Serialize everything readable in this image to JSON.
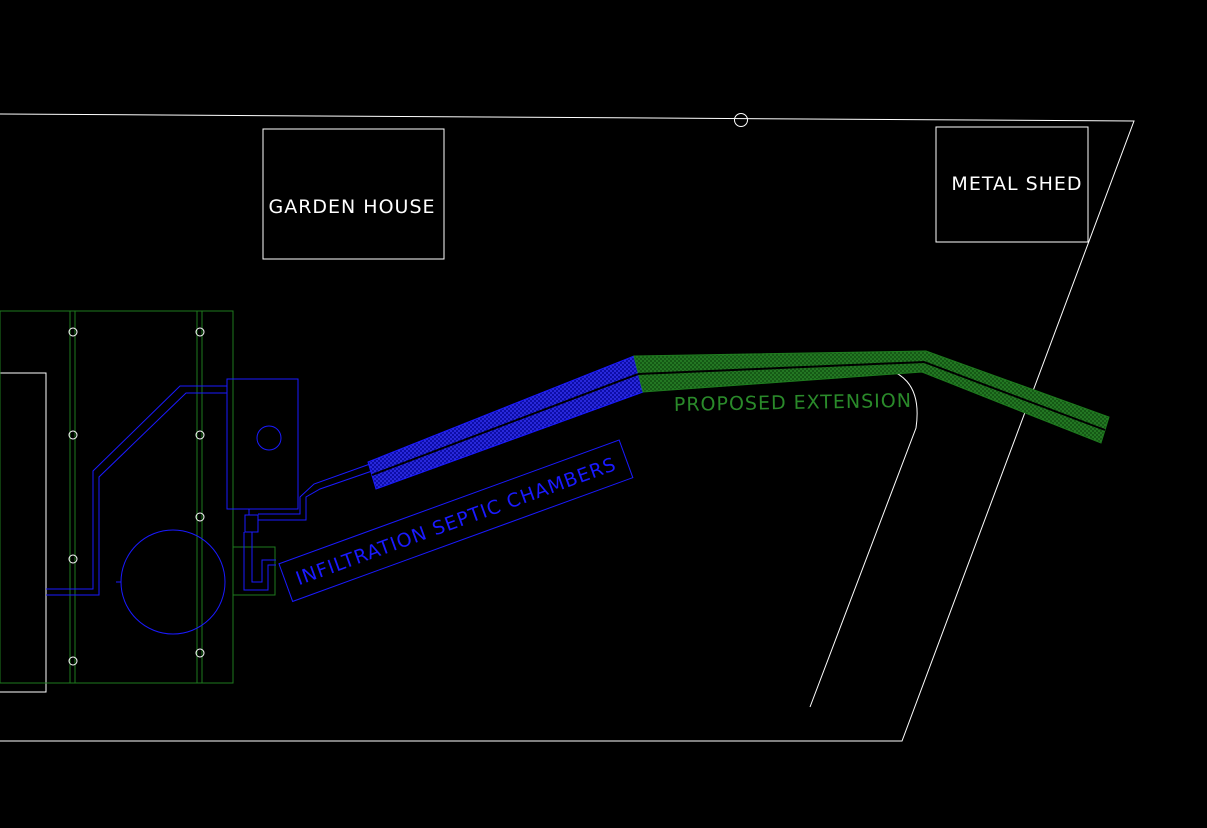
{
  "labels": {
    "garden_house": "GARDEN HOUSE",
    "metal_shed": "METAL SHED",
    "proposed_extension": "PROPOSED EXTENSION",
    "infiltration": "INFILTRATION SEPTIC CHAMBERS"
  },
  "colors": {
    "background": "#000000",
    "line": "#ffffff",
    "blue": "#1a1aff",
    "green": "#1e6e1e",
    "green_text": "#2a8a2a"
  }
}
